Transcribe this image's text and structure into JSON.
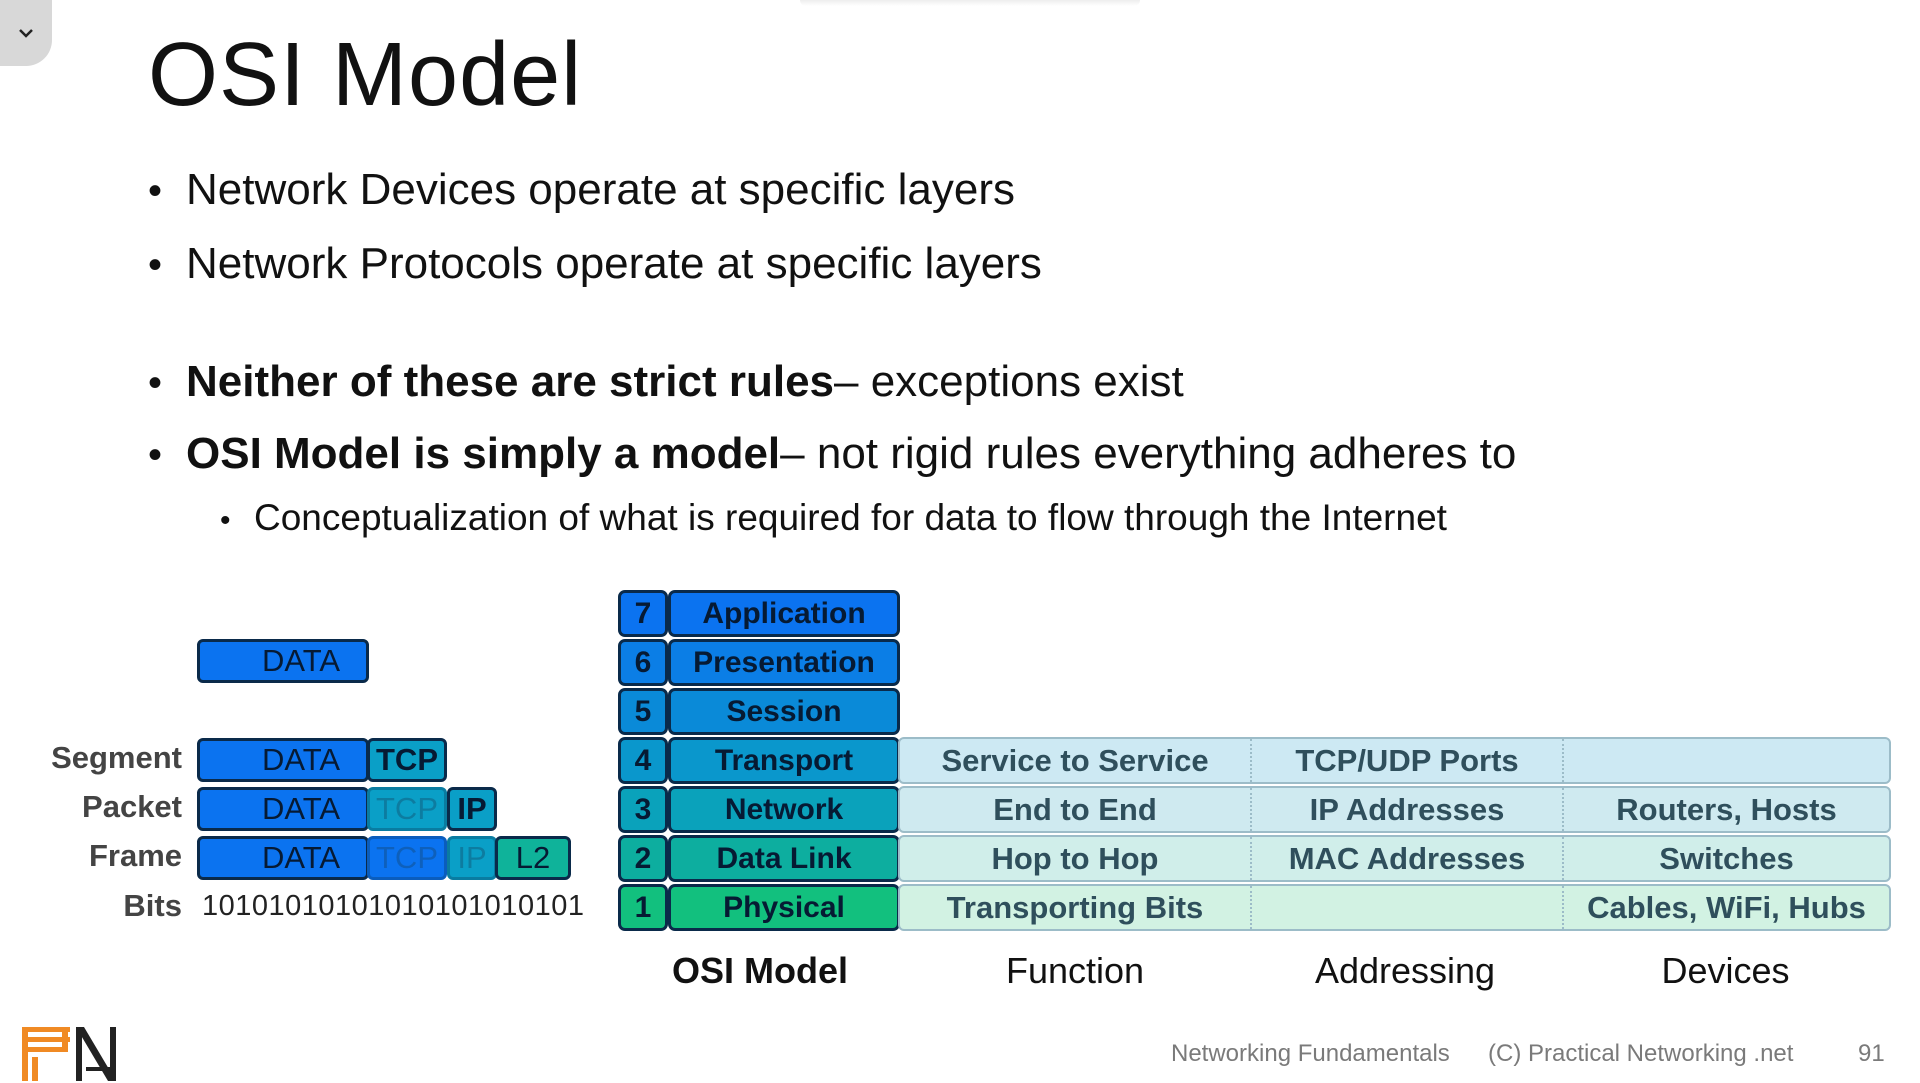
{
  "slide": {
    "title": "OSI Model",
    "bullets": [
      {
        "text": "Network Devices operate at specific layers"
      },
      {
        "text": "Network Protocols operate at specific layers"
      },
      {
        "bold": "Neither of these are strict rules",
        "text": " – exceptions exist"
      },
      {
        "bold": "OSI Model is simply a model",
        "text": " – not rigid rules everything adheres to"
      }
    ],
    "sub_bullet": "Conceptualization of what is required for data to flow through the Internet"
  },
  "encapsulation": {
    "labels": [
      "Segment",
      "Packet",
      "Frame",
      "Bits"
    ],
    "data": "DATA",
    "tcp": "TCP",
    "ip": "IP",
    "l2": "L2",
    "bits": "10101010101010101010101"
  },
  "osi": {
    "layers": [
      {
        "num": "7",
        "name": "Application",
        "color": "#0b73f0"
      },
      {
        "num": "6",
        "name": "Presentation",
        "color": "#0b7ee6"
      },
      {
        "num": "5",
        "name": "Session",
        "color": "#0a8ad8"
      },
      {
        "num": "4",
        "name": "Transport",
        "color": "#0a97cc"
      },
      {
        "num": "3",
        "name": "Network",
        "color": "#0aa2bb"
      },
      {
        "num": "2",
        "name": "Data Link",
        "color": "#0dae9f"
      },
      {
        "num": "1",
        "name": "Physical",
        "color": "#12c07e"
      }
    ],
    "table": [
      {
        "function": "Service to Service",
        "addressing": "TCP/UDP Ports",
        "devices": "",
        "bg": "#cde9f3"
      },
      {
        "function": "End to End",
        "addressing": "IP Addresses",
        "devices": "Routers, Hosts",
        "bg": "#cfeaf0"
      },
      {
        "function": "Hop to Hop",
        "addressing": "MAC Addresses",
        "devices": "Switches",
        "bg": "#d0eeea"
      },
      {
        "function": "Transporting Bits",
        "addressing": "",
        "devices": "Cables, WiFi, Hubs",
        "bg": "#d2f2e3"
      }
    ],
    "headers": {
      "osi": "OSI Model",
      "function": "Function",
      "addressing": "Addressing",
      "devices": "Devices"
    }
  },
  "footer": {
    "course": "Networking Fundamentals",
    "copyright": "(C) Practical Networking .net",
    "page": "91"
  }
}
